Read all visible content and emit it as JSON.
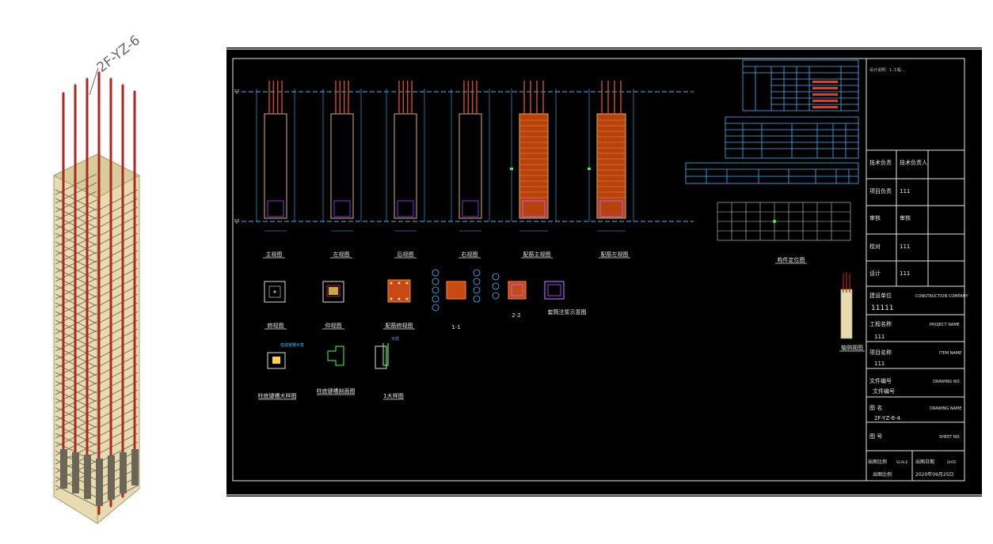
{
  "model": {
    "label": "2F-YZ-6"
  },
  "sheet": {
    "views": {
      "front": "主视图",
      "left": "左视图",
      "back": "后视图",
      "right": "右视图",
      "rebar_front": "配筋主视图",
      "rebar_left": "配筋左视图",
      "top": "俯视图",
      "bottom": "仰视图",
      "rebar_top": "配筋俯视图",
      "section_1": "1-1",
      "section_2": "2-2",
      "sleeve": "套筒注浆示意图",
      "groove_detail": "柱底键槽大样图",
      "groove_section": "柱底键槽剖面图",
      "detail_1": "1大样图",
      "layout": "构件定位图",
      "axon": "轴侧视图"
    },
    "title_block": {
      "tech_lead_label": "技术负责",
      "tech_lead_value": "技术负责人",
      "project_lead_label": "项目负责",
      "project_lead_value": "111",
      "review_label": "审核",
      "review_value": "审核",
      "check_label": "校对",
      "check_value": "111",
      "design_label": "设计",
      "design_value": "111",
      "unit_label": "建设单位",
      "unit_en": "CONSTRUCTION COMPANY",
      "unit_value": "11111",
      "project_name_label": "工程名称",
      "project_name_en": "PROJECT NAME",
      "project_name_value": "111",
      "item_name_label": "项目名称",
      "item_name_en": "ITEM NAME",
      "item_name_value": "111",
      "file_no_label": "文件编号",
      "file_no_en": "DRAWING NO.",
      "file_no_value": "文件编号",
      "drawing_name_label": "图 名",
      "drawing_name_en": "DRAWING NAME",
      "drawing_name_value": "2F-YZ-6-4",
      "sheet_no_label": "图 号",
      "sheet_no_en": "SHEET NO.",
      "scale_label": "出图比例",
      "scale_en": "SCALE",
      "scale_value": "出图比例",
      "date_label": "出图日期",
      "date_en": "DATE",
      "date_value": "2020年09月25日"
    }
  }
}
